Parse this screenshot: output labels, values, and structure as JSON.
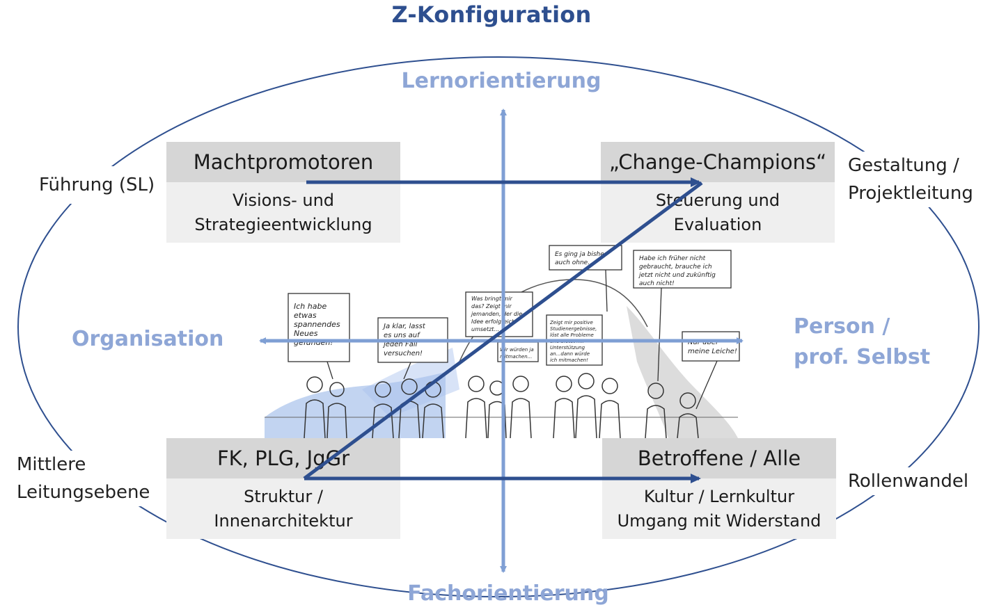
{
  "title": "Z-Konfiguration",
  "axes": {
    "top": "Lernorientierung",
    "bottom": "Fachorientierung",
    "left": "Organisation",
    "right_line1": "Person /",
    "right_line2": "prof. Selbst"
  },
  "side_labels": {
    "top_left": "Führung (SL)",
    "top_right_line1": "Gestaltung /",
    "top_right_line2": "Projektleitung",
    "bottom_left_line1": "Mittlere",
    "bottom_left_line2": "Leitungsebene",
    "bottom_right": "Rollenwandel"
  },
  "boxes": {
    "top_left": {
      "head": "Machtpromotoren",
      "line1": "Visions- und",
      "line2": "Strategieentwicklung"
    },
    "top_right": {
      "head": "„Change-Champions“",
      "line1": "Steuerung und",
      "line2": "Evaluation"
    },
    "bottom_left": {
      "head": "FK, PLG, JgGr",
      "line1": "Struktur /",
      "line2": "Innenarchitektur"
    },
    "bottom_right": {
      "head": "Betroffene / Alle",
      "line1": "Kultur / Lernkultur",
      "line2": "Umgang mit Widerstand"
    }
  },
  "speech_bubbles": {
    "b1": [
      "Ich habe",
      "etwas",
      "spannendes",
      "Neues",
      "gefunden!"
    ],
    "b2": [
      "Ja klar, lasst",
      "es uns auf",
      "jeden Fall",
      "versuchen!"
    ],
    "b3": [
      "Was bringt mir",
      "das? Zeigt mir",
      "jemanden, der die",
      "Idee erfolgreich",
      "umsetzt..."
    ],
    "b4": [
      "Es ging ja bisher",
      "auch ohne..."
    ],
    "b5": [
      "Zeigt mir positive",
      "Studienergebnisse,",
      "löst alle Probleme",
      "und bietet mir",
      "Unterstützung",
      "an...dann würde",
      "ich mitmachen!"
    ],
    "b6": [
      "Habe ich früher nicht",
      "gebraucht, brauche ich",
      "jetzt nicht und zukünftig",
      "auch nicht!"
    ],
    "b7": [
      "Nur über",
      "meine Leiche!"
    ],
    "b8": [
      "Wir würden ja",
      "mitmachen..."
    ]
  },
  "colors": {
    "title": "#2e4f8f",
    "axis_label": "#8ea6d6",
    "axis_arrow": "#7f9fd4",
    "z_line": "#2e4f8f",
    "box_head": "#d6d6d6",
    "box_body": "#efefef",
    "ellipse": "#2e4f8f"
  }
}
